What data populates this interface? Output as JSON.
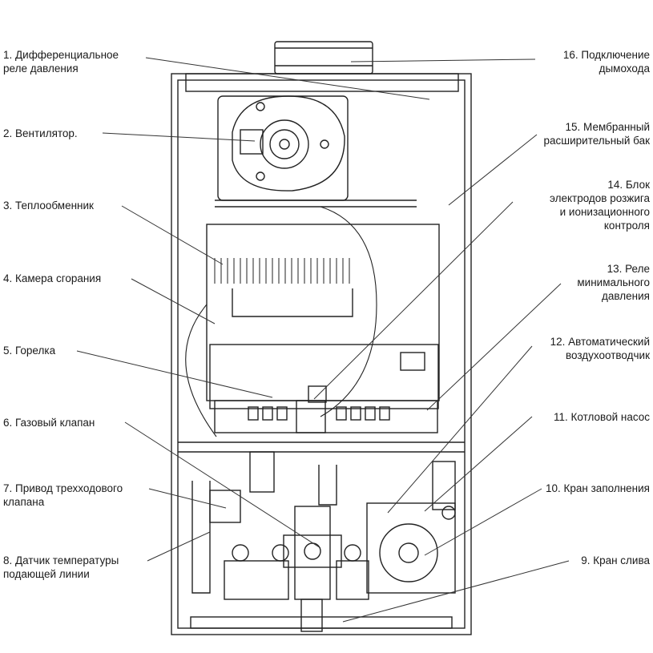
{
  "labels_left": [
    {
      "lines": [
        "1. Дифференциальное",
        "реле давления"
      ]
    },
    {
      "lines": [
        "2. Вентилятор."
      ]
    },
    {
      "lines": [
        "3. Теплообменник"
      ]
    },
    {
      "lines": [
        "4. Камера сгорания"
      ]
    },
    {
      "lines": [
        "5. Горелка"
      ]
    },
    {
      "lines": [
        "6. Газовый клапан"
      ]
    },
    {
      "lines": [
        "7. Привод трехходового",
        "клапана"
      ]
    },
    {
      "lines": [
        "8. Датчик температуры",
        "подающей линии"
      ]
    }
  ],
  "labels_right": [
    {
      "lines": [
        "16. Подключение",
        "дымохода"
      ]
    },
    {
      "lines": [
        "15. Мембранный",
        "расширительный бак"
      ]
    },
    {
      "lines": [
        "14. Блок",
        "электродов розжига",
        "и ионизационного",
        "контроля"
      ]
    },
    {
      "lines": [
        "13. Реле",
        "минимального",
        "давления"
      ]
    },
    {
      "lines": [
        "12. Автоматический",
        "воздухоотводчик"
      ]
    },
    {
      "lines": [
        "11. Котловой насос"
      ]
    },
    {
      "lines": [
        "10. Кран заполнения"
      ]
    },
    {
      "lines": [
        "9. Кран слива"
      ]
    }
  ],
  "colors": {
    "ink": "#1a1a1a",
    "background": "#ffffff"
  }
}
